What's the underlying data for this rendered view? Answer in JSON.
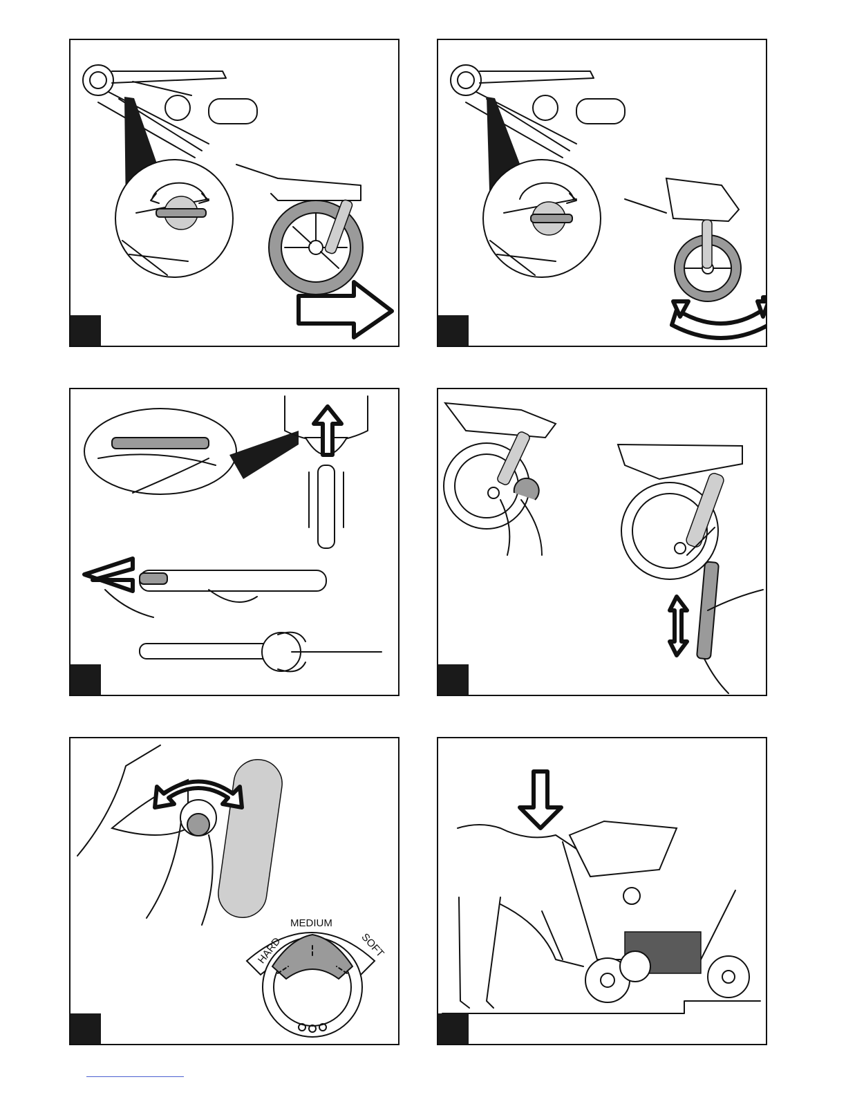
{
  "panels": [
    {
      "id": 1,
      "content": "front-wheel-lock-lever-rotated-to-locked; wheel pushed straight forward"
    },
    {
      "id": 2,
      "content": "front-wheel-lock-lever-rotated-to-swivel; wheel swivels side to side"
    },
    {
      "id": 3,
      "content": "remove pump from holder under seat; unscrew pump nozzle"
    },
    {
      "id": 4,
      "content": "unscrew valve cap; attach pump and inflate tire"
    },
    {
      "id": 5,
      "content": "turn suspension dial"
    },
    {
      "id": 6,
      "content": "step on rear brake bar; push handle down to tilt stroller over curb"
    }
  ],
  "dial": {
    "labels": [
      "HARD",
      "MEDIUM",
      "SOFT"
    ]
  },
  "colors": {
    "line": "#111111",
    "badge": "#1a1a1a",
    "shade": "#9a9a9a",
    "link": "#4a5fd0"
  }
}
